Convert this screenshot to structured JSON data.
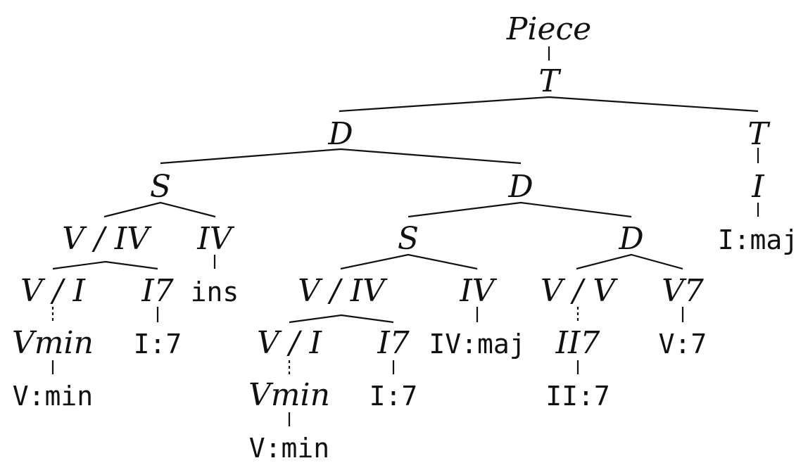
{
  "tree": {
    "root": "Piece",
    "top": "T",
    "d1": "D",
    "t_right": "T",
    "i_right": "I",
    "imaj": "I:maj",
    "s1": "S",
    "d2": "D",
    "v_iv_1": "V / IV",
    "iv_1": "IV",
    "ins": "ins",
    "v_i_1": "V / I",
    "i7_1": "I7",
    "vmin_1": "Vmin",
    "i7_term_1": "I:7",
    "vmin_term_1": "V:min",
    "s2": "S",
    "d3": "D",
    "v_iv_2": "V / IV",
    "iv_2": "IV",
    "iv_maj": "IV:maj",
    "v_i_2": "V / I",
    "i7_2": "I7",
    "vmin_2": "Vmin",
    "i7_term_2": "I:7",
    "vmin_term_2": "V:min",
    "v_v": "V / V",
    "v7": "V7",
    "ii7": "II7",
    "v7_term": "V:7",
    "ii7_term": "II:7"
  }
}
